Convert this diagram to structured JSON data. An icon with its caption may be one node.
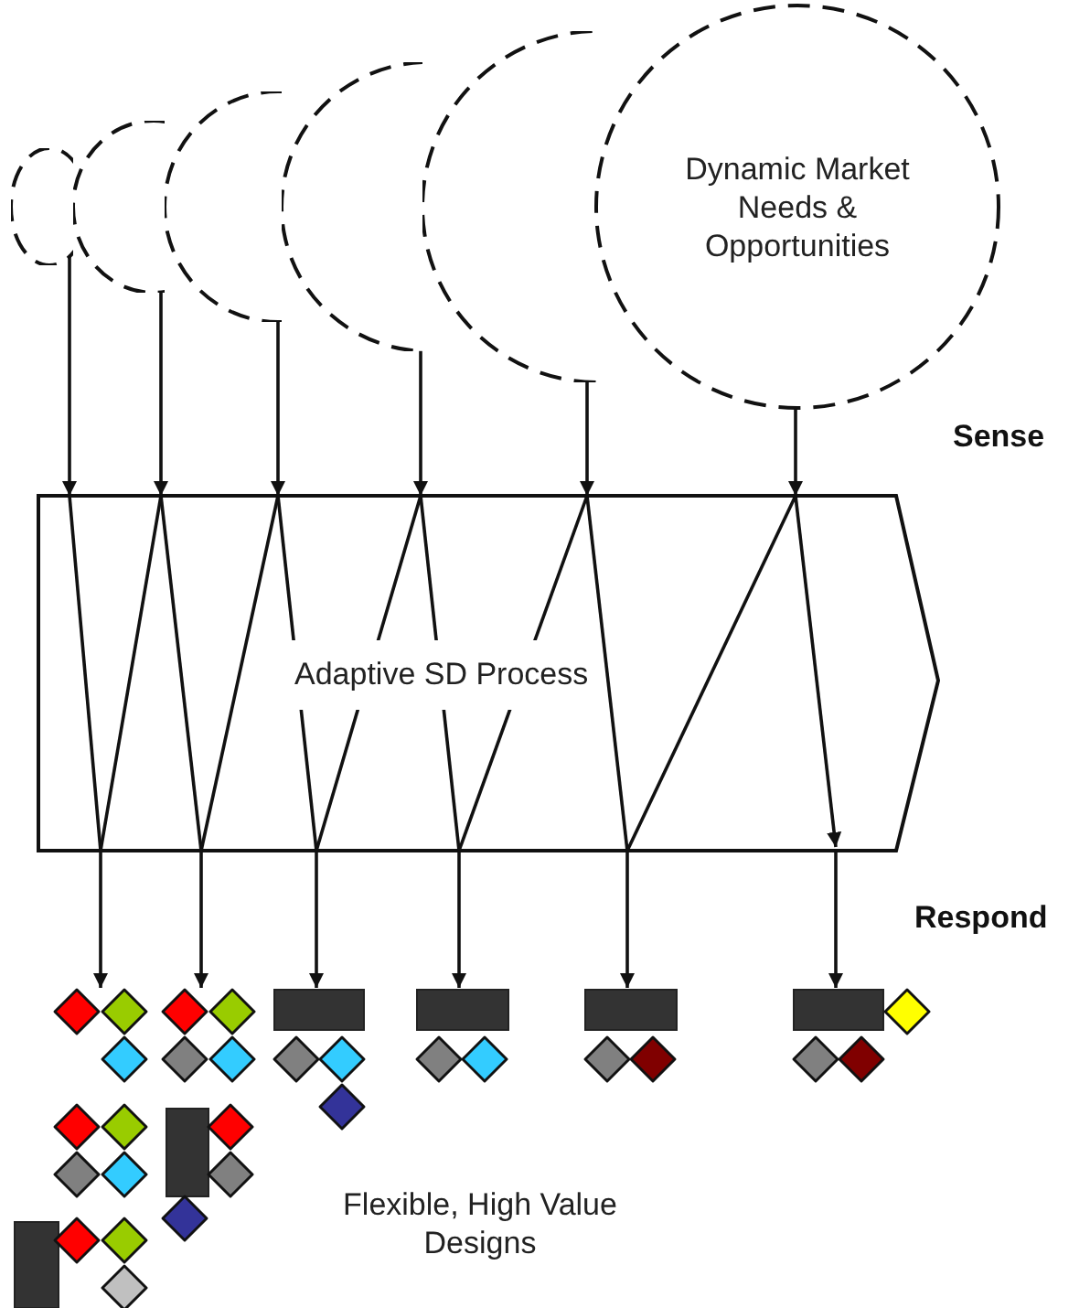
{
  "diagram": {
    "nodes": [
      {
        "text": [],
        "shape": "circle"
      },
      {
        "text": [],
        "shape": "circle"
      },
      {
        "text": [],
        "shape": "circle"
      },
      {
        "text": [],
        "shape": "circle"
      },
      {
        "text": [],
        "shape": "circle"
      },
      {
        "text": [
          "Dynamic Market Needs & Opportunities"
        ]
      },
      {
        "text": [
          "Adaptive SD Process"
        ]
      },
      {
        "text": [],
        "shape": "picture"
      },
      {
        "text": [],
        "shape": "picture"
      },
      {
        "text": [],
        "shape": "picture"
      },
      {
        "text": [],
        "shape": "picture"
      },
      {
        "text": [],
        "shape": "picture"
      },
      {
        "text": [],
        "shape": "picture"
      }
    ],
    "edges": [
      {
        "from": 0,
        "to": 6,
        "arrow": "to"
      },
      {
        "from": 1,
        "to": 6,
        "arrow": "to"
      },
      {
        "from": 2,
        "to": 6,
        "arrow": "to"
      },
      {
        "from": 3,
        "to": 6,
        "arrow": "to"
      },
      {
        "from": 4,
        "to": 6,
        "arrow": "to"
      },
      {
        "from": 5,
        "to": 6,
        "arrow": "to"
      },
      {
        "from": 6,
        "to": 7,
        "arrow": "to"
      },
      {
        "from": 6,
        "to": 8,
        "arrow": "to"
      },
      {
        "from": 6,
        "to": 9,
        "arrow": "to"
      },
      {
        "from": 6,
        "to": 10,
        "arrow": "to"
      },
      {
        "from": 6,
        "to": 11,
        "arrow": "to"
      },
      {
        "from": 6,
        "to": 12,
        "arrow": "to"
      }
    ],
    "labels": [
      "Sense",
      "Respond",
      "Flexible, High Value Designs"
    ]
  }
}
